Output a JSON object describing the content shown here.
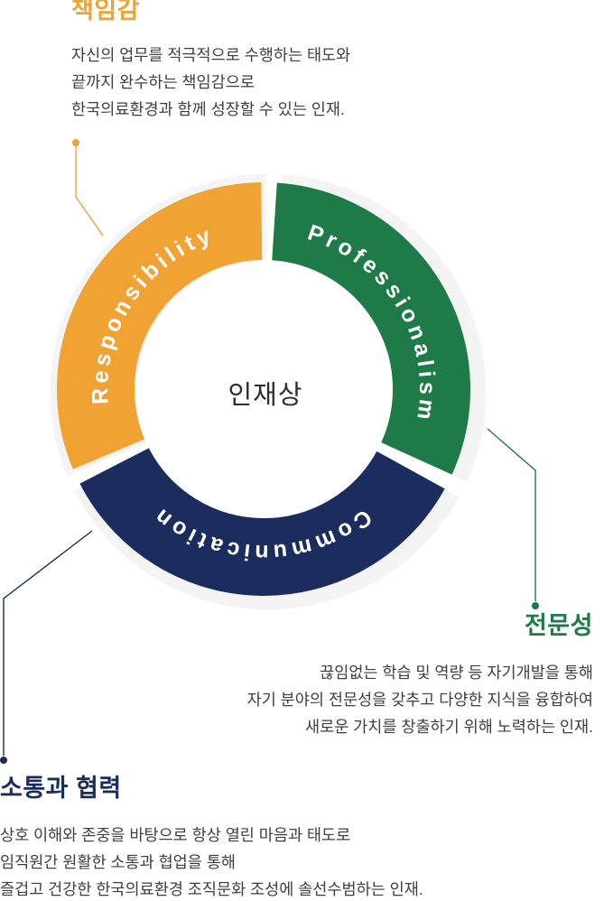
{
  "center_label": "인재상",
  "colors": {
    "orange": "#F0A233",
    "green": "#1E7A46",
    "navy": "#1B2C5E",
    "ring_shadow": "#F4F4F5",
    "body_text": "#3F3F3F",
    "center_text": "#2E2E2E",
    "background": "#FFFFFF"
  },
  "segments": [
    {
      "id": "responsibility",
      "ring_label": "Responsibility",
      "title": "책임감",
      "lines": [
        "자신의 업무를 적극적으로 수행하는 태도와",
        "끝까지 완수하는 책임감으로",
        "한국의료환경과 함께 성장할 수 있는 인재."
      ]
    },
    {
      "id": "professionalism",
      "ring_label": "Professionalism",
      "title": "전문성",
      "lines": [
        "끊임없는 학습 및 역량 등 자기개발을 통해",
        "자기 분야의 전문성을 갖추고 다양한 지식을 융합하여",
        "새로운 가치를 창출하기 위해 노력하는 인재."
      ]
    },
    {
      "id": "communication",
      "ring_label": "Communication",
      "title": "소통과 협력",
      "lines": [
        "상호 이해와 존중을 바탕으로 항상 열린 마음과 태도로",
        "임직원간 원활한 소통과 협업을 통해",
        "즐겁고 건강한 한국의료환경 조직문화 조성에 솔선수범하는 인재."
      ]
    }
  ]
}
